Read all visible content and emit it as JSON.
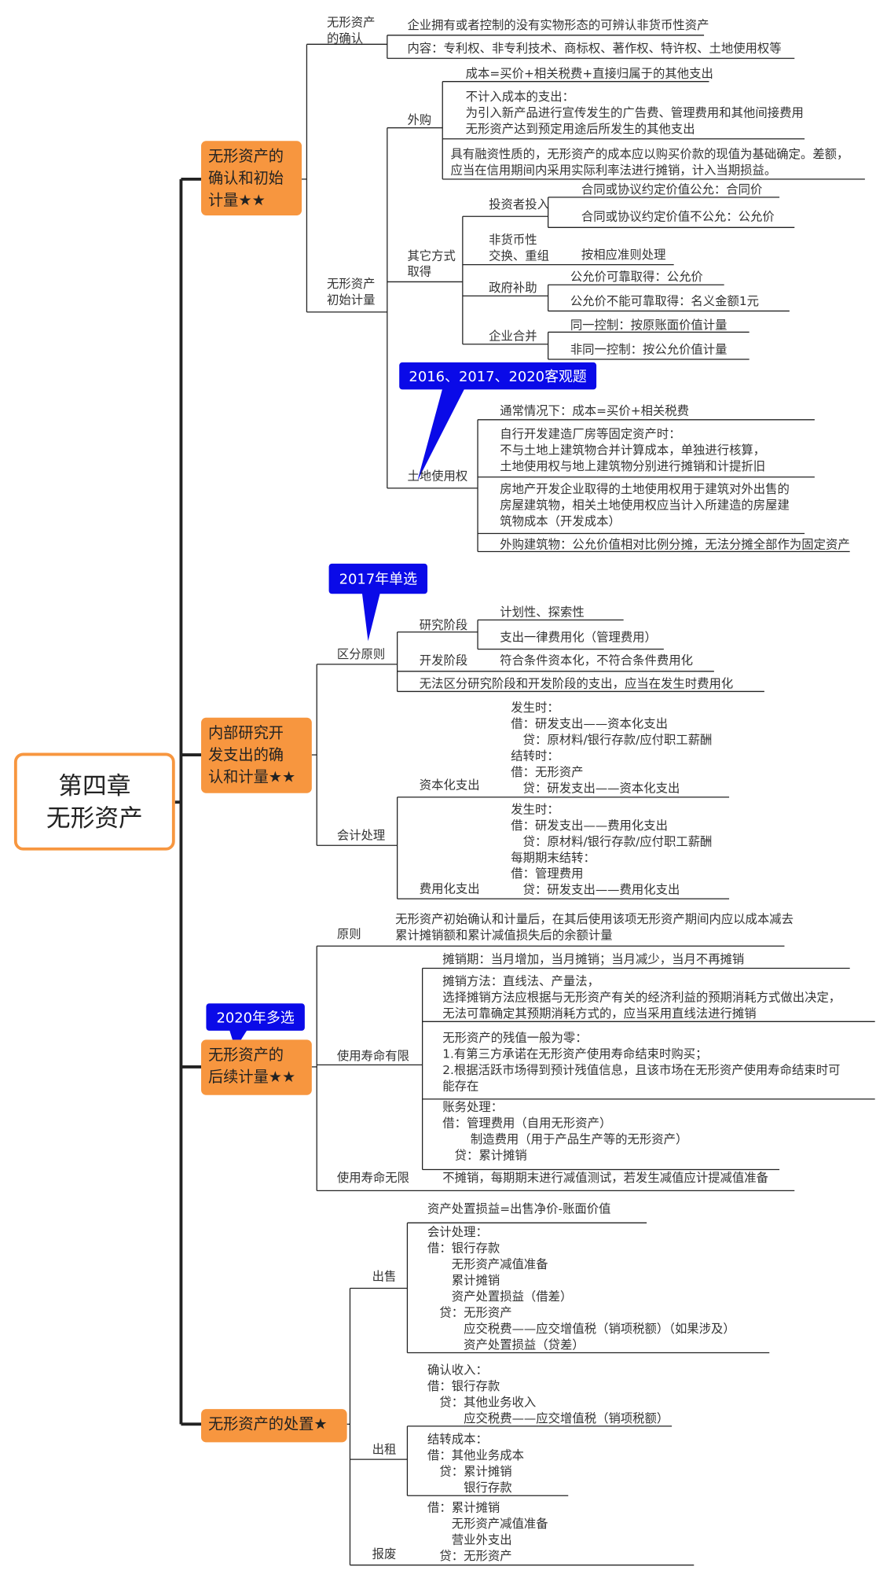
{
  "central": {
    "line1": "第四章",
    "line2": "无形资产"
  },
  "colors": {
    "branch": "#F7963F",
    "callout": "#0A0AE8",
    "line": "#222222"
  },
  "callouts": {
    "c1": "2016、2017、2020客观题",
    "c2": "2017年单选",
    "c3": "2020年多选"
  },
  "b1": {
    "title": "无形资产的\n确认和初始\n计量★★",
    "recog": {
      "label": "无形资产\n的确认",
      "def": "企业拥有或者控制的没有实物形态的可辨认非货币性资产",
      "content": "内容：专利权、非专利技术、商标权、著作权、特许权、土地使用权等"
    },
    "init": {
      "label": "无形资产\n初始计量",
      "purchase": {
        "label": "外购",
        "cost": "成本=买价+相关税费+直接归属于的其他支出",
        "excluded": "不计入成本的支出：\n为引入新产品进行宣传发生的广告费、管理费用和其他间接费用\n无形资产达到预定用途后所发生的其他支出",
        "financing": "具有融资性质的，无形资产的成本应以购买价款的现值为基础确定。差额，\n应当在信用期间内采用实际利率法进行摊销，计入当期损益。"
      },
      "other": {
        "label": "其它方式\n取得",
        "investor": "投资者投入",
        "inv_fair": "合同或协议约定价值公允：合同价",
        "inv_unfair": "合同或协议约定价值不公允：公允价",
        "exchange": "非货币性\n交换、重组",
        "exchange_rule": "按相应准则处理",
        "grant": "政府补助",
        "grant_reliable": "公允价可靠取得：公允价",
        "grant_unreliable": "公允价不能可靠取得：名义金额1元",
        "merger": "企业合并",
        "merger_same": "同一控制：按原账面价值计量",
        "merger_diff": "非同一控制：按公允价值计量"
      },
      "land": {
        "label": "土地使用权",
        "normal": "通常情况下：成本=买价+相关税费",
        "self_build": "自行开发建造厂房等固定资产时：\n不与土地上建筑物合并计算成本，单独进行核算，\n土地使用权与地上建筑物分别进行摊销和计提折旧",
        "developer": "房地产开发企业取得的土地使用权用于建筑对外出售的\n房屋建筑物，相关土地使用权应当计入所建造的房屋建\n筑物成本（开发成本）",
        "purchased": "外购建筑物：公允价值相对比例分摊，无法分摊全部作为固定资产"
      }
    }
  },
  "b2": {
    "title": "内部研究开\n发支出的确\n认和计量★★",
    "principle": {
      "label": "区分原则",
      "research": "研究阶段",
      "research_nature": "计划性、探索性",
      "research_exp": "支出一律费用化（管理费用）",
      "dev": "开发阶段",
      "dev_rule": "符合条件资本化，不符合条件费用化",
      "undistinguishable": "无法区分研究阶段和开发阶段的支出，应当在发生时费用化"
    },
    "accounting": {
      "label": "会计处理",
      "cap_label": "资本化支出",
      "cap_entries": "发生时：\n借：研发支出——资本化支出\n　贷：原材料/银行存款/应付职工薪酬\n结转时：\n借：无形资产\n　贷：研发支出——资本化支出",
      "exp_label": "费用化支出",
      "exp_entries": "发生时：\n借：研发支出——费用化支出\n　贷：原材料/银行存款/应付职工薪酬\n每期期末结转：\n借：管理费用\n　贷：研发支出——费用化支出"
    }
  },
  "b3": {
    "title": "无形资产的\n后续计量★★",
    "principle": {
      "label": "原则",
      "text": "无形资产初始确认和计量后，在其后使用该项无形资产期间内应以成本减去\n累计摊销额和累计减值损失后的余额计量"
    },
    "finite": {
      "label": "使用寿命有限",
      "period": "摊销期：当月增加，当月摊销；当月减少，当月不再摊销",
      "method": "摊销方法：直线法、产量法，\n选择摊销方法应根据与无形资产有关的经济利益的预期消耗方式做出决定，\n无法可靠确定其预期消耗方式的，应当采用直线法进行摊销",
      "residual": "无形资产的残值一般为零：\n1.有第三方承诺在无形资产使用寿命结束时购买；\n2.根据活跃市场得到预计残值信息，且该市场在无形资产使用寿命结束时可\n能存在",
      "entries": "账务处理：\n借：管理费用（自用无形资产）\n　　 制造费用（用于产品生产等的无形资产）\n　贷：累计摊销"
    },
    "indefinite": {
      "label": "使用寿命无限",
      "text": "不摊销，每期期末进行减值测试，若发生减值应计提减值准备"
    }
  },
  "b4": {
    "title": "无形资产的处置★",
    "sale": {
      "label": "出售",
      "formula": "资产处置损益=出售净价-账面价值",
      "entries": "会计处理：\n借：银行存款\n　　无形资产减值准备\n　　累计摊销\n　　资产处置损益（借差）\n　贷：无形资产\n　　　应交税费——应交增值税（销项税额）（如果涉及）\n　　　资产处置损益（贷差）"
    },
    "lease": {
      "label": "出租",
      "income": "确认收入：\n借：银行存款\n　贷：其他业务收入\n　　　应交税费——应交增值税（销项税额）",
      "cost": "结转成本：\n借：其他业务成本\n　贷：累计摊销\n　　　银行存款"
    },
    "scrap": {
      "label": "报废",
      "entries": "借：累计摊销\n　　无形资产减值准备\n　　营业外支出\n　贷：无形资产"
    }
  }
}
